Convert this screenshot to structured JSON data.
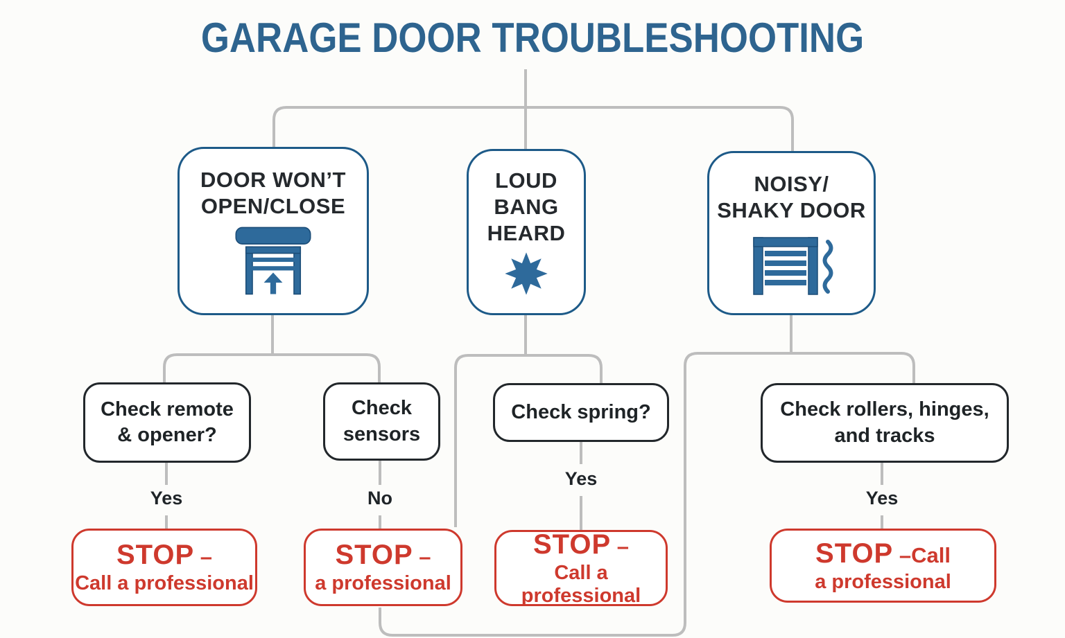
{
  "title": "GARAGE DOOR TROUBLESHOOTING",
  "branches": [
    {
      "symptom_lines": [
        "DOOR WON’T",
        "OPEN/CLOSE"
      ],
      "icon": "garage-door-opening-icon"
    },
    {
      "symptom_lines": [
        "LOUD",
        "BANG",
        "HEARD"
      ],
      "icon": "starburst-icon"
    },
    {
      "symptom_lines": [
        "NOISY/",
        "SHAKY DOOR"
      ],
      "icon": "garage-door-shaking-icon"
    }
  ],
  "checks": [
    {
      "lines": [
        "Check remote",
        "& opener?"
      ],
      "answer": "Yes"
    },
    {
      "lines": [
        "Check",
        "sensors"
      ],
      "answer": "No"
    },
    {
      "lines": [
        "Check spring?"
      ],
      "answer": "Yes"
    },
    {
      "lines": [
        "Check rollers, hinges,",
        "and tracks"
      ],
      "answer": "Yes"
    }
  ],
  "stops": [
    {
      "word": "STOP",
      "dash": " –",
      "line2": "Call a professional"
    },
    {
      "word": "STOP",
      "dash": " –",
      "line2": "a professional"
    },
    {
      "word": "STOP",
      "dash": " –",
      "line2": "Call a professional"
    },
    {
      "word": "STOP",
      "dash": " –Call",
      "line2": "a professional"
    }
  ],
  "colors": {
    "title_blue": "#2e648f",
    "symptom_border_blue": "#1d5a88",
    "icon_blue": "#2e6a9b",
    "check_border_dark": "#22272b",
    "stop_red": "#ce392d",
    "connector_gray": "#bdbdbd",
    "text_dark": "#25292d",
    "background": "#fcfcfa"
  }
}
